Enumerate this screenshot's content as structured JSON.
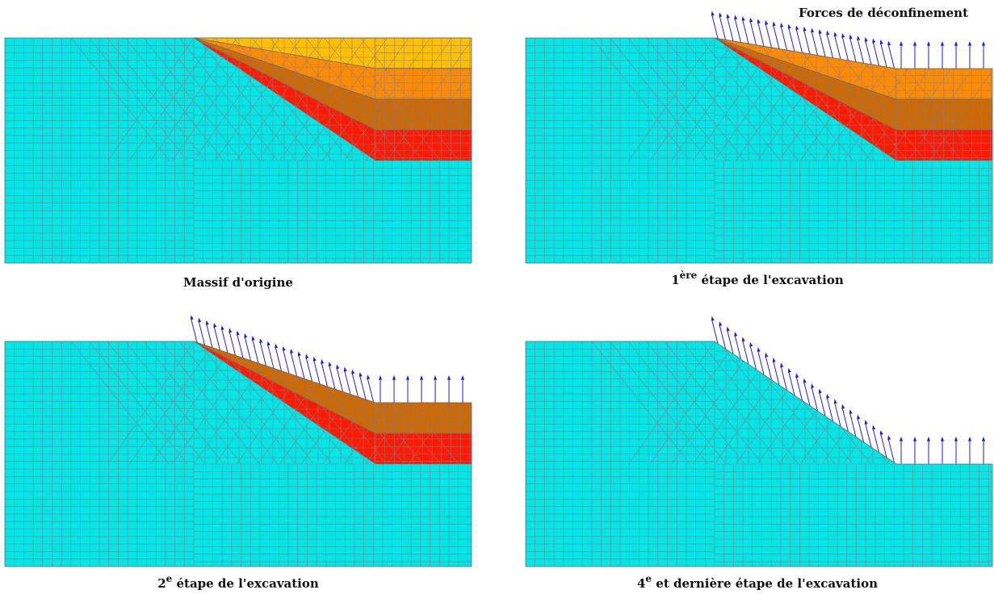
{
  "top_label": "Forces de déconfinement",
  "panels": [
    {
      "id": "p1",
      "caption_num": "",
      "caption_sup": "",
      "caption_text": "Massif d'origine",
      "remaining_layers": 4,
      "arrows": false
    },
    {
      "id": "p2",
      "caption_num": "1",
      "caption_sup": "ère",
      "caption_text": " étape de l'excavation",
      "remaining_layers": 3,
      "arrows": true
    },
    {
      "id": "p3",
      "caption_num": "2",
      "caption_sup": "e",
      "caption_text": " étape de l'excavation",
      "remaining_layers": 2,
      "arrows": true
    },
    {
      "id": "p4",
      "caption_num": "4",
      "caption_sup": "e",
      "caption_text": " et dernière étape de l'excavation",
      "remaining_layers": 0,
      "arrows": true
    }
  ],
  "colors": {
    "massif": "#00e5e5",
    "mesh": "#8a7a8a",
    "arrow": "#1f1fcf",
    "layers": [
      "#ff1a00",
      "#cc6a00",
      "#ff8c00",
      "#ffc000"
    ]
  }
}
